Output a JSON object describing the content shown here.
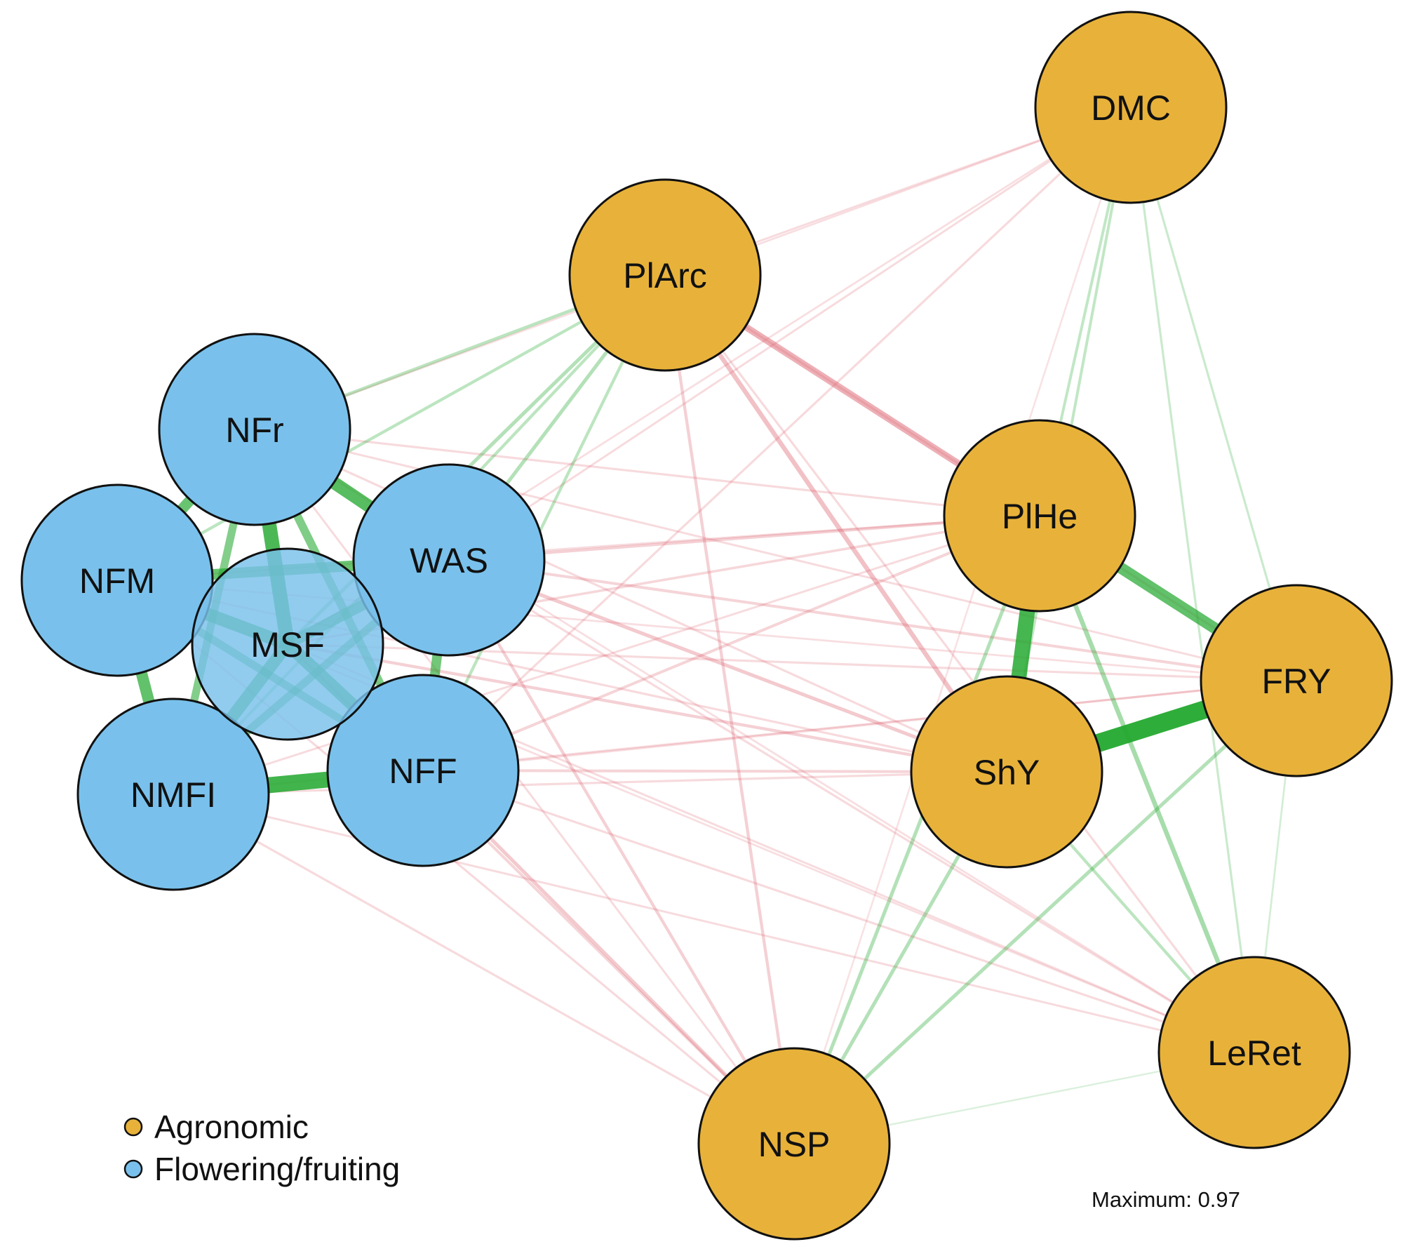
{
  "groups": {
    "agronomic": {
      "label": "Agronomic",
      "color": "#E8B23A"
    },
    "flowering": {
      "label": "Flowering/fruiting",
      "color": "#79C1EC"
    }
  },
  "colors": {
    "positive": "#22A82E",
    "negative": "#DC6470",
    "node_border": "#111111"
  },
  "nodes": [
    {
      "id": "DMC",
      "label": "DMC",
      "group": "agronomic"
    },
    {
      "id": "PlArc",
      "label": "PlArc",
      "group": "agronomic"
    },
    {
      "id": "PlHe",
      "label": "PlHe",
      "group": "agronomic"
    },
    {
      "id": "FRY",
      "label": "FRY",
      "group": "agronomic"
    },
    {
      "id": "ShY",
      "label": "ShY",
      "group": "agronomic"
    },
    {
      "id": "LeRet",
      "label": "LeRet",
      "group": "agronomic"
    },
    {
      "id": "NSP",
      "label": "NSP",
      "group": "agronomic"
    },
    {
      "id": "NFr",
      "label": "NFr",
      "group": "flowering"
    },
    {
      "id": "NFM",
      "label": "NFM",
      "group": "flowering"
    },
    {
      "id": "WAS",
      "label": "WAS",
      "group": "flowering"
    },
    {
      "id": "MSF",
      "label": "MSF",
      "group": "flowering"
    },
    {
      "id": "NMFI",
      "label": "NMFI",
      "group": "flowering"
    },
    {
      "id": "NFF",
      "label": "NFF",
      "group": "flowering"
    }
  ],
  "edges": [
    {
      "from": "NFr",
      "to": "NFM",
      "weight": 0.72
    },
    {
      "from": "NFr",
      "to": "WAS",
      "weight": 0.8
    },
    {
      "from": "NFr",
      "to": "MSF",
      "weight": 0.85
    },
    {
      "from": "NFr",
      "to": "NMFI",
      "weight": 0.6
    },
    {
      "from": "NFr",
      "to": "NFF",
      "weight": 0.62
    },
    {
      "from": "NFM",
      "to": "MSF",
      "weight": 0.8
    },
    {
      "from": "NFM",
      "to": "WAS",
      "weight": 0.72
    },
    {
      "from": "NFM",
      "to": "NMFI",
      "weight": 0.75
    },
    {
      "from": "NFM",
      "to": "NFF",
      "weight": 0.6
    },
    {
      "from": "WAS",
      "to": "MSF",
      "weight": 0.72
    },
    {
      "from": "WAS",
      "to": "NFF",
      "weight": 0.68
    },
    {
      "from": "WAS",
      "to": "NMFI",
      "weight": 0.6
    },
    {
      "from": "MSF",
      "to": "NMFI",
      "weight": 0.78
    },
    {
      "from": "MSF",
      "to": "NFF",
      "weight": 0.8
    },
    {
      "from": "NMFI",
      "to": "NFF",
      "weight": 0.9
    },
    {
      "from": "PlHe",
      "to": "ShY",
      "weight": 0.88
    },
    {
      "from": "PlHe",
      "to": "FRY",
      "weight": 0.75
    },
    {
      "from": "ShY",
      "to": "FRY",
      "weight": 0.97
    },
    {
      "from": "PlHe",
      "to": "LeRet",
      "weight": 0.42
    },
    {
      "from": "ShY",
      "to": "LeRet",
      "weight": 0.3
    },
    {
      "from": "DMC",
      "to": "PlHe",
      "weight": 0.28
    },
    {
      "from": "DMC",
      "to": "ShY",
      "weight": 0.28
    },
    {
      "from": "DMC",
      "to": "FRY",
      "weight": 0.22
    },
    {
      "from": "DMC",
      "to": "LeRet",
      "weight": 0.22
    },
    {
      "from": "FRY",
      "to": "LeRet",
      "weight": 0.16
    },
    {
      "from": "PlHe",
      "to": "NSP",
      "weight": 0.35
    },
    {
      "from": "ShY",
      "to": "NSP",
      "weight": 0.35
    },
    {
      "from": "FRY",
      "to": "NSP",
      "weight": 0.35
    },
    {
      "from": "NSP",
      "to": "LeRet",
      "weight": 0.12
    },
    {
      "from": "PlArc",
      "to": "NFr",
      "weight": 0.32
    },
    {
      "from": "PlArc",
      "to": "NFM",
      "weight": 0.3
    },
    {
      "from": "PlArc",
      "to": "WAS",
      "weight": 0.35
    },
    {
      "from": "PlArc",
      "to": "MSF",
      "weight": 0.35
    },
    {
      "from": "PlArc",
      "to": "NMFI",
      "weight": 0.3
    },
    {
      "from": "PlArc",
      "to": "NFF",
      "weight": 0.3
    },
    {
      "from": "PlArc",
      "to": "PlHe",
      "weight": -0.55
    },
    {
      "from": "PlArc",
      "to": "ShY",
      "weight": -0.42
    },
    {
      "from": "PlArc",
      "to": "NSP",
      "weight": -0.3
    },
    {
      "from": "PlArc",
      "to": "FRY",
      "weight": -0.22
    },
    {
      "from": "PlArc",
      "to": "LeRet",
      "weight": -0.22
    },
    {
      "from": "DMC",
      "to": "PlArc",
      "weight": -0.2
    },
    {
      "from": "DMC",
      "to": "NFr",
      "weight": -0.18
    },
    {
      "from": "DMC",
      "to": "WAS",
      "weight": -0.2
    },
    {
      "from": "DMC",
      "to": "MSF",
      "weight": -0.18
    },
    {
      "from": "DMC",
      "to": "NFF",
      "weight": -0.22
    },
    {
      "from": "DMC",
      "to": "NSP",
      "weight": -0.15
    },
    {
      "from": "NFr",
      "to": "PlHe",
      "weight": -0.22
    },
    {
      "from": "NFr",
      "to": "ShY",
      "weight": -0.22
    },
    {
      "from": "NFr",
      "to": "FRY",
      "weight": -0.2
    },
    {
      "from": "NFr",
      "to": "LeRet",
      "weight": -0.18
    },
    {
      "from": "NFr",
      "to": "NSP",
      "weight": -0.2
    },
    {
      "from": "NFM",
      "to": "PlHe",
      "weight": -0.2
    },
    {
      "from": "NFM",
      "to": "ShY",
      "weight": -0.22
    },
    {
      "from": "NFM",
      "to": "FRY",
      "weight": -0.18
    },
    {
      "from": "NFM",
      "to": "LeRet",
      "weight": -0.18
    },
    {
      "from": "NFM",
      "to": "NSP",
      "weight": -0.22
    },
    {
      "from": "WAS",
      "to": "PlHe",
      "weight": -0.3
    },
    {
      "from": "WAS",
      "to": "ShY",
      "weight": -0.35
    },
    {
      "from": "WAS",
      "to": "FRY",
      "weight": -0.28
    },
    {
      "from": "WAS",
      "to": "LeRet",
      "weight": -0.22
    },
    {
      "from": "WAS",
      "to": "NSP",
      "weight": -0.3
    },
    {
      "from": "MSF",
      "to": "PlHe",
      "weight": -0.25
    },
    {
      "from": "MSF",
      "to": "ShY",
      "weight": -0.3
    },
    {
      "from": "MSF",
      "to": "FRY",
      "weight": -0.22
    },
    {
      "from": "MSF",
      "to": "LeRet",
      "weight": -0.2
    },
    {
      "from": "MSF",
      "to": "NSP",
      "weight": -0.28
    },
    {
      "from": "NMFI",
      "to": "PlHe",
      "weight": -0.2
    },
    {
      "from": "NMFI",
      "to": "ShY",
      "weight": -0.22
    },
    {
      "from": "NMFI",
      "to": "FRY",
      "weight": -0.18
    },
    {
      "from": "NMFI",
      "to": "LeRet",
      "weight": -0.2
    },
    {
      "from": "NMFI",
      "to": "NSP",
      "weight": -0.22
    },
    {
      "from": "NFF",
      "to": "PlHe",
      "weight": -0.28
    },
    {
      "from": "NFF",
      "to": "ShY",
      "weight": -0.28
    },
    {
      "from": "NFF",
      "to": "FRY",
      "weight": -0.22
    },
    {
      "from": "NFF",
      "to": "LeRet",
      "weight": -0.22
    },
    {
      "from": "NFF",
      "to": "NSP",
      "weight": -0.35
    }
  ],
  "legend": {
    "items": [
      {
        "label": "Agronomic",
        "group": "agronomic"
      },
      {
        "label": "Flowering/fruiting",
        "group": "flowering"
      }
    ]
  },
  "maximum_label": "Maximum: 0.97"
}
